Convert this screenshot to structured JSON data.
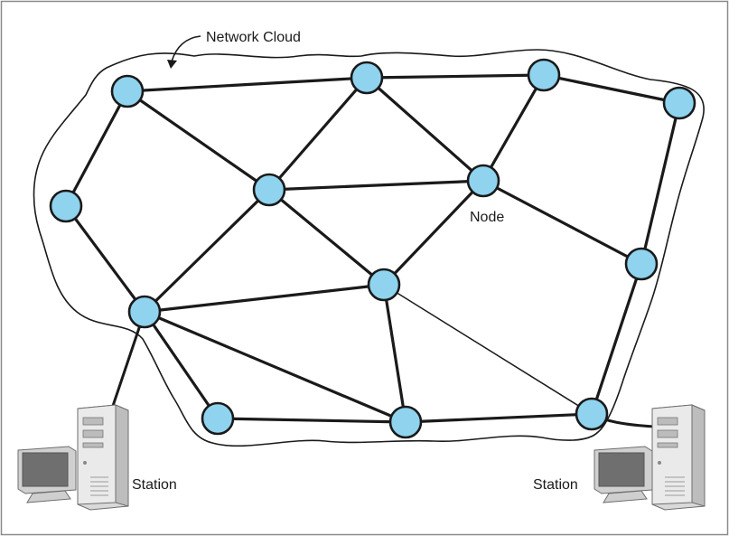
{
  "labels": {
    "cloud": "Network Cloud",
    "node": "Node",
    "station_left": "Station",
    "station_right": "Station"
  },
  "colors": {
    "node_fill": "#8fd3ef",
    "node_stroke": "#1a1a1a",
    "link": "#1a1a1a",
    "border": "#7a7a7a"
  },
  "icons": {
    "station_left": "desktop-computer-icon",
    "station_right": "desktop-computer-icon"
  }
}
